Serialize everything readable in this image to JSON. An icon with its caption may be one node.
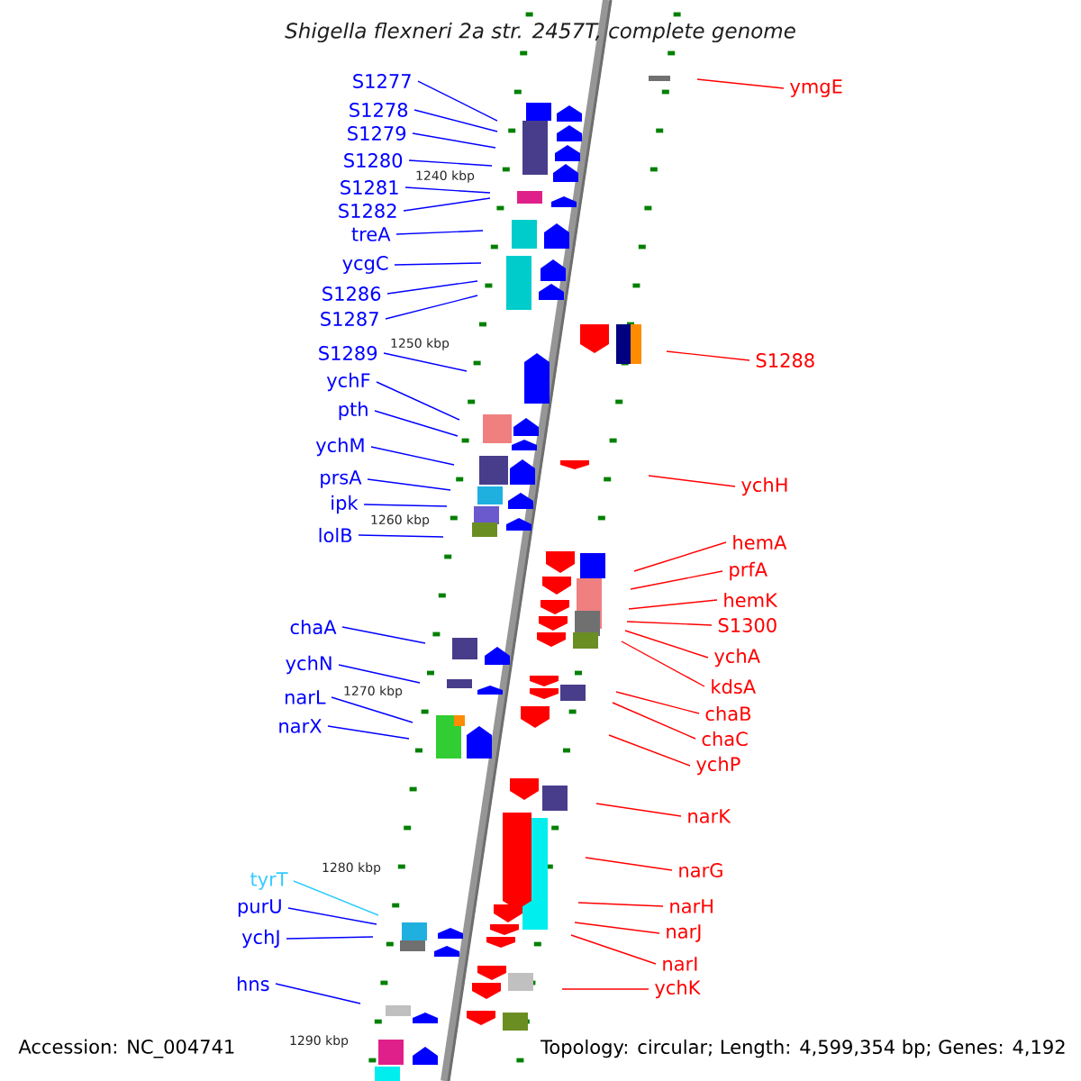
{
  "diagram": {
    "title": "Shigella flexneri 2a str. 2457T, complete genome",
    "nodes": [
      {
        "text": [
          "S1277"
        ]
      },
      {
        "text": [
          "ymgE"
        ]
      },
      {
        "text": [
          "S1278"
        ]
      },
      {
        "text": [
          "S1279"
        ]
      },
      {
        "text": [
          "S1280"
        ]
      },
      {
        "text": [
          "S1281"
        ]
      },
      {
        "text": [
          "S1282"
        ]
      },
      {
        "text": [
          "treA"
        ]
      },
      {
        "text": [
          "ycgC"
        ]
      },
      {
        "text": [
          "S1286"
        ]
      },
      {
        "text": [
          "S1287"
        ]
      },
      {
        "text": [
          "S1289"
        ]
      },
      {
        "text": [
          "S1288"
        ]
      },
      {
        "text": [
          "ychF"
        ]
      },
      {
        "text": [
          "pth"
        ]
      },
      {
        "text": [
          "ychM"
        ]
      },
      {
        "text": [
          "prsA"
        ]
      },
      {
        "text": [
          "ychH"
        ]
      },
      {
        "text": [
          "ipk"
        ]
      },
      {
        "text": [
          "lolB"
        ]
      },
      {
        "text": [
          "hemA"
        ]
      },
      {
        "text": [
          "prfA"
        ]
      },
      {
        "text": [
          "hemK"
        ]
      },
      {
        "text": [
          "S1300"
        ]
      },
      {
        "text": [
          "chaA"
        ]
      },
      {
        "text": [
          "ychA"
        ]
      },
      {
        "text": [
          "ychN"
        ]
      },
      {
        "text": [
          "kdsA"
        ]
      },
      {
        "text": [
          "narL"
        ]
      },
      {
        "text": [
          "chaB"
        ]
      },
      {
        "text": [
          "narX"
        ]
      },
      {
        "text": [
          "chaC"
        ]
      },
      {
        "text": [
          "ychP"
        ]
      },
      {
        "text": [
          "narK"
        ]
      },
      {
        "text": [
          "narG"
        ]
      },
      {
        "text": [
          "tyrT"
        ]
      },
      {
        "text": [
          "narH"
        ]
      },
      {
        "text": [
          "purU"
        ]
      },
      {
        "text": [
          "narJ"
        ]
      },
      {
        "text": [
          "ychJ"
        ]
      },
      {
        "text": [
          "narI"
        ]
      },
      {
        "text": [
          "hns"
        ]
      },
      {
        "text": [
          "ychK"
        ]
      }
    ],
    "edges": [
      {
        "from": 0,
        "to": null,
        "arrow": "none"
      },
      {
        "from": 1,
        "to": null,
        "arrow": "none",
        "color": "#ff0000"
      },
      {
        "from": 2,
        "to": null,
        "arrow": "none"
      },
      {
        "from": 3,
        "to": null,
        "arrow": "none"
      },
      {
        "from": 4,
        "to": null,
        "arrow": "none"
      },
      {
        "from": 5,
        "to": null,
        "arrow": "none"
      },
      {
        "from": 6,
        "to": null,
        "arrow": "none"
      },
      {
        "from": 7,
        "to": null,
        "arrow": "none"
      },
      {
        "from": 8,
        "to": null,
        "arrow": "none"
      },
      {
        "from": 9,
        "to": null,
        "arrow": "none"
      },
      {
        "from": 10,
        "to": null,
        "arrow": "none"
      },
      {
        "from": 11,
        "to": null,
        "arrow": "none"
      },
      {
        "from": 12,
        "to": null,
        "arrow": "none",
        "color": "#ff0000"
      },
      {
        "from": 13,
        "to": null,
        "arrow": "none"
      },
      {
        "from": 14,
        "to": null,
        "arrow": "none"
      },
      {
        "from": 15,
        "to": null,
        "arrow": "none"
      },
      {
        "from": 16,
        "to": null,
        "arrow": "none"
      },
      {
        "from": 17,
        "to": null,
        "arrow": "none",
        "color": "#ff0000"
      },
      {
        "from": 18,
        "to": null,
        "arrow": "none"
      },
      {
        "from": 19,
        "to": null,
        "arrow": "none"
      },
      {
        "from": 20,
        "to": null,
        "arrow": "none",
        "color": "#ff0000"
      },
      {
        "from": 21,
        "to": null,
        "arrow": "none",
        "color": "#ff0000"
      },
      {
        "from": 22,
        "to": null,
        "arrow": "none",
        "color": "#ff0000"
      },
      {
        "from": 23,
        "to": null,
        "arrow": "none",
        "color": "#ff0000"
      },
      {
        "from": 24,
        "to": null,
        "arrow": "none"
      },
      {
        "from": 25,
        "to": null,
        "arrow": "none",
        "color": "#ff0000"
      },
      {
        "from": 26,
        "to": null,
        "arrow": "none"
      },
      {
        "from": 27,
        "to": null,
        "arrow": "none",
        "color": "#ff0000"
      },
      {
        "from": 28,
        "to": null,
        "arrow": "none"
      },
      {
        "from": 29,
        "to": null,
        "arrow": "none",
        "color": "#ff0000"
      },
      {
        "from": 30,
        "to": null,
        "arrow": "none"
      },
      {
        "from": 31,
        "to": null,
        "arrow": "none",
        "color": "#ff0000"
      },
      {
        "from": 32,
        "to": null,
        "arrow": "none",
        "color": "#ff0000"
      },
      {
        "from": 33,
        "to": null,
        "arrow": "none",
        "color": "#ff0000"
      },
      {
        "from": 34,
        "to": null,
        "arrow": "none",
        "color": "#ff0000"
      },
      {
        "from": 35,
        "to": null,
        "arrow": "none",
        "color": "#33ccff"
      },
      {
        "from": 36,
        "to": null,
        "arrow": "none",
        "color": "#ff0000"
      },
      {
        "from": 37,
        "to": null,
        "arrow": "none"
      },
      {
        "from": 38,
        "to": null,
        "arrow": "none",
        "color": "#ff0000"
      },
      {
        "from": 39,
        "to": null,
        "arrow": "none"
      },
      {
        "from": 40,
        "to": null,
        "arrow": "none",
        "color": "#ff0000"
      },
      {
        "from": 41,
        "to": null,
        "arrow": "none"
      },
      {
        "from": 42,
        "to": null,
        "arrow": "none",
        "color": "#ff0000"
      }
    ],
    "labels": [
      "1240 kbp",
      "1250 kbp",
      "1260 kbp",
      "1270 kbp",
      "1280 kbp",
      "1290 kbp",
      "Accession: NC_004741",
      "Topology: circular; Length: 4,599,354 bp; Genes: 4,192"
    ]
  }
}
